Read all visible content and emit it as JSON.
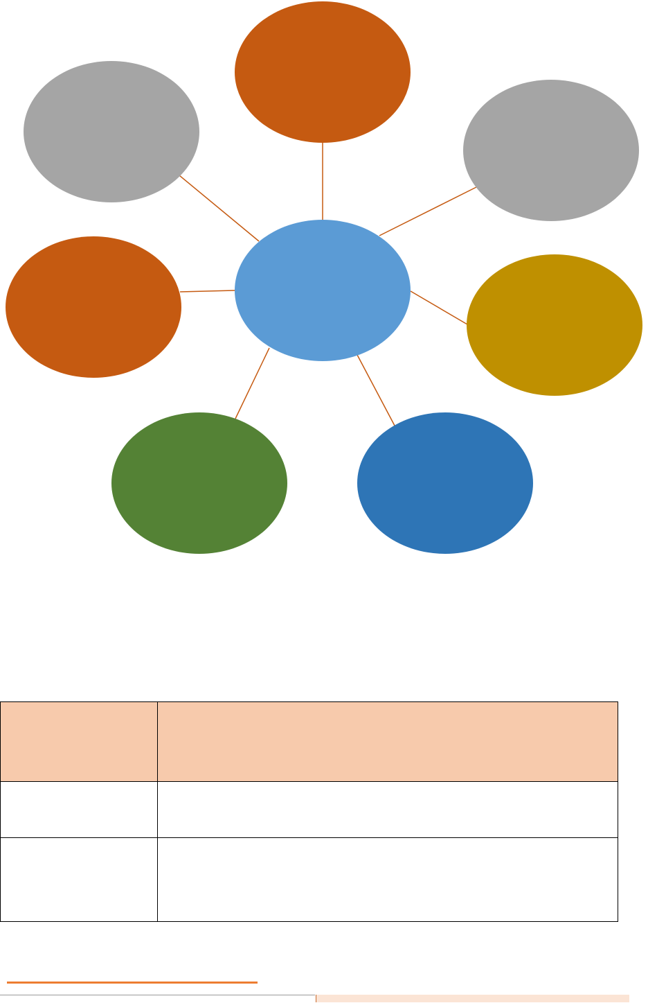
{
  "diagram": {
    "hub": {
      "fill": "#5B9BD5"
    },
    "spokes": [
      {
        "id": "top",
        "fill": "#C55A11"
      },
      {
        "id": "top-right",
        "fill": "#A5A5A5"
      },
      {
        "id": "right",
        "fill": "#BF9000"
      },
      {
        "id": "bottom-right",
        "fill": "#2E75B6"
      },
      {
        "id": "bottom-left",
        "fill": "#548235"
      },
      {
        "id": "left",
        "fill": "#C55A11"
      },
      {
        "id": "top-left",
        "fill": "#A5A5A5"
      }
    ],
    "connector_color": "#C55A11"
  },
  "table": {
    "header_fill": "#F7CAAC",
    "header": [
      "",
      ""
    ],
    "rows": [
      [
        "",
        ""
      ],
      [
        "",
        ""
      ]
    ]
  },
  "footer": {
    "rule_color": "#ED7D31",
    "right_band_color": "#FBE4D5",
    "left_band_color": "#FFFFFF"
  }
}
